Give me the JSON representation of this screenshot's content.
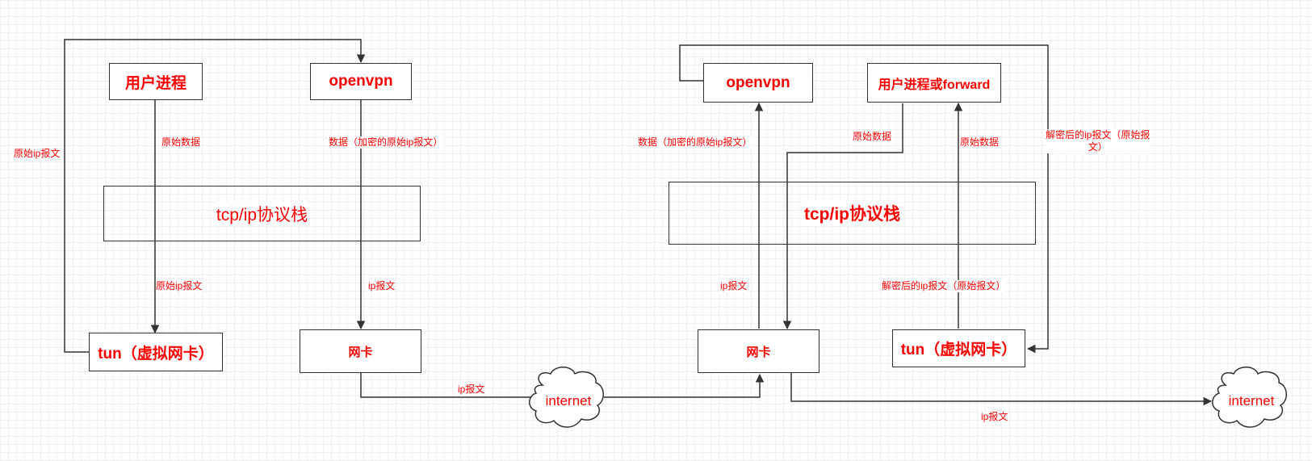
{
  "colors": {
    "accent": "#ff0000",
    "line": "#333333"
  },
  "left": {
    "user_process": "用户进程",
    "openvpn": "openvpn",
    "stack": "tcp/ip协议栈",
    "tun": "tun（虚拟网卡）",
    "nic": "网卡",
    "cloud": "internet",
    "labels": {
      "raw_ip_packet_loop": "原始ip报文",
      "raw_data": "原始数据",
      "encrypted_data": "数据（加密的原始ip报文）",
      "raw_ip_packet": "原始ip报文",
      "ip_packet_nic": "ip报文",
      "ip_packet_internet": "ip报文"
    }
  },
  "right": {
    "openvpn": "openvpn",
    "user_process": "用户进程或forward",
    "stack": "tcp/ip协议栈",
    "nic": "网卡",
    "tun": "tun（虚拟网卡）",
    "cloud": "internet",
    "labels": {
      "encrypted_data": "数据（加密的原始ip报文）",
      "raw_data_down": "原始数据",
      "raw_data_up": "原始数据",
      "decrypted_loop_line1": "解密后的ip报文（原始报",
      "decrypted_loop_line2": "文）",
      "ip_packet_nic": "ip报文",
      "decrypted_tun": "解密后的ip报文（原始报文）",
      "ip_packet_out": "ip报文"
    }
  }
}
